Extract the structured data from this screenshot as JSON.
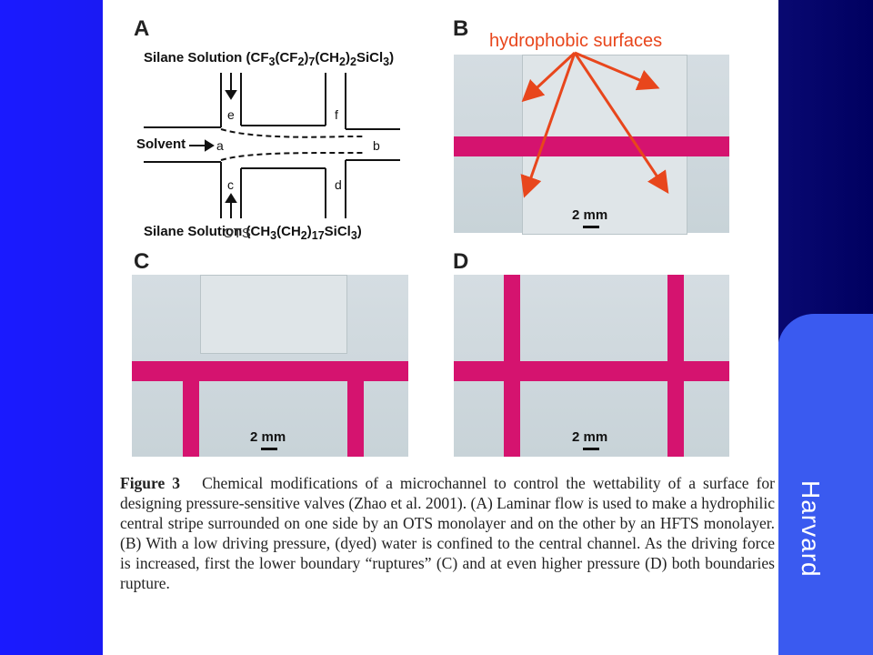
{
  "side_label": "Harvard",
  "panels": {
    "a": "A",
    "b": "B",
    "c": "C",
    "d": "D"
  },
  "schematic": {
    "silane_top_prefix": "Silane Solution (CF",
    "silane_top_formula": "Silane Solution (CF3(CF2)7(CH2)2SiCl3)",
    "silane_bottom_formula": "Silane Solution (CH3(CH2)17SiCl3)",
    "solvent": "Solvent",
    "labels": [
      "a",
      "b",
      "c",
      "d",
      "e",
      "f"
    ]
  },
  "annotations": {
    "hydrophobic": "hydrophobic surfaces",
    "ots": "OTS"
  },
  "scale": "2 mm",
  "caption": {
    "heading": "Figure 3",
    "text": "Chemical modifications of a microchannel to control the wettability of a surface for designing pressure-sensitive valves (Zhao et al. 2001). (A) Laminar flow is used to make a hydrophilic central stripe surrounded on one side by an OTS monolayer and on the other by an HFTS monolayer. (B) With a low driving pressure, (dyed) water is confined to the central channel. As the driving force is increased, first the lower boundary “ruptures” (C) and at even higher pressure (D) both boundaries rupture."
  },
  "colors": {
    "background": "#1b1bd8",
    "side_panel": "#3a5af0",
    "stripe": "#d5136f",
    "annotation": "#e8461c"
  }
}
